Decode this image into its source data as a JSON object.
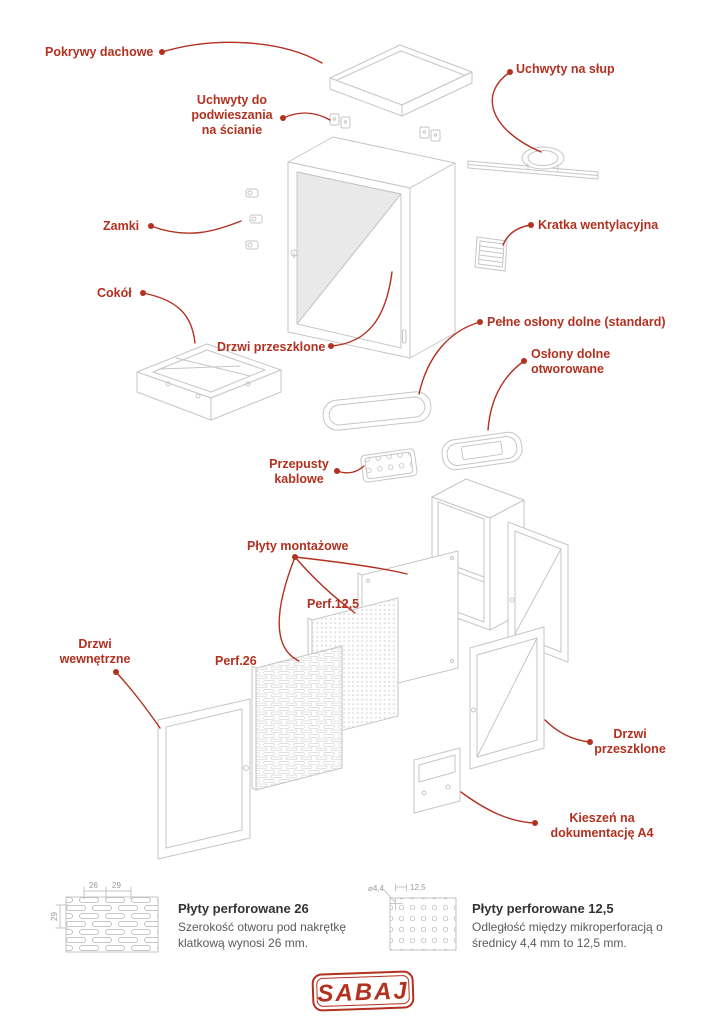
{
  "colors": {
    "accent": "#b23120",
    "line": "#c6c6c6",
    "text": "#333333",
    "muted": "#5a5a5a"
  },
  "labels": {
    "pokrywy_dachowe": "Pokrywy dachowe",
    "uchwyty_na_slup": "Uchwyty na słup",
    "uchwyty_sciana": [
      "Uchwyty do",
      "podwieszania",
      "na ścianie"
    ],
    "zamki": "Zamki",
    "kratka_wentylacyjna": "Kratka wentylacyjna",
    "cokol": "Cokół",
    "drzwi_przeszklone_gorne": "Drzwi przeszklone",
    "pelne_oslony_dolne": "Pełne osłony dolne (standard)",
    "oslony_dolne_otworowane": [
      "Osłony dolne",
      "otworowane"
    ],
    "przepusty_kablowe": [
      "Przepusty",
      "kablowe"
    ],
    "plyty_montazowe": "Płyty montażowe",
    "perf_125": "Perf.12,5",
    "perf_26": "Perf.26",
    "drzwi_wewnetrzne": [
      "Drzwi",
      "wewnętrzne"
    ],
    "drzwi_przeszklone_dolne": [
      "Drzwi",
      "przeszklone"
    ],
    "kieszen_a4": [
      "Kieszeń na",
      "dokumentację A4"
    ]
  },
  "footnotes": {
    "perf26": {
      "title": "Płyty perforowane 26",
      "desc": "Szerokość otworu pod nakrętkę klatkową wynosi 26 mm."
    },
    "perf125": {
      "title": "Płyty perforowane 12,5",
      "desc": "Odległość między mikroperforacją o średnicy 4,4 mm to 12,5 mm."
    }
  },
  "dimensions": {
    "perf26_w": "26",
    "perf26_h": "29",
    "perf26_side": "29",
    "hole": "⌀4,4",
    "pitch": "12,5"
  },
  "logo": "SABAJ"
}
